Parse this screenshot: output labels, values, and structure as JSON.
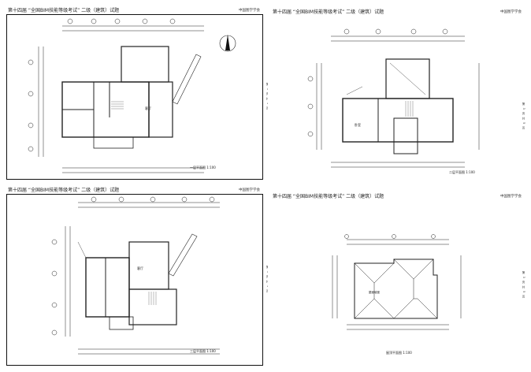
{
  "sheets": [
    {
      "title": "第十四届 “全国BIM技能等级考试” 二级（建筑）试题",
      "org": "中国图学学会",
      "plan_label": "一层平面图 1:100",
      "room_label": "客厅"
    },
    {
      "title": "第十四届 “全国BIM技能等级考试” 二级（建筑）试题",
      "org": "中国图学学会",
      "plan_label": "二层平面图 1:100",
      "room_label": "卧室"
    },
    {
      "title": "第十四届 “全国BIM技能等级考试” 二级（建筑）试题",
      "org": "中国图学学会",
      "plan_label": "三层平面图 1:100",
      "room_label": "客厅"
    },
    {
      "title": "第十四届 “全国BIM技能等级考试” 二级（建筑）试题",
      "org": "中国图学学会",
      "plan_label": "屋顶平面图 1:100",
      "room_label": "屋面坡度"
    }
  ],
  "side_stamp": "第 3 页 共 5 页"
}
